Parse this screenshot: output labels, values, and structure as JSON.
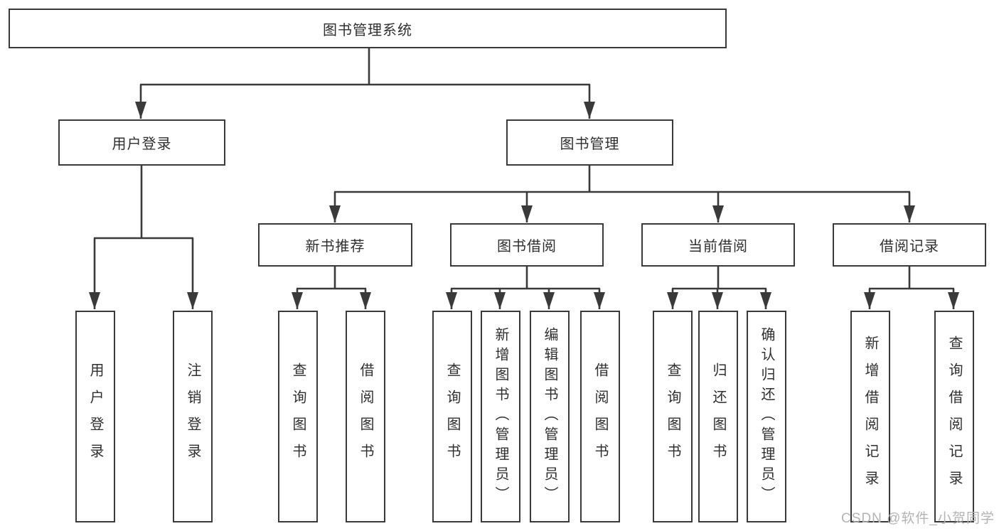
{
  "nodes": {
    "root": "图书管理系统",
    "level2": [
      "用户登录",
      "图书管理"
    ],
    "level3": [
      "新书推荐",
      "图书借阅",
      "当前借阅",
      "借阅记录"
    ],
    "leaves": [
      "用户登录",
      "注销登录",
      "查询图书",
      "借阅图书",
      "查询图书",
      "新增图书（管理员）",
      "编辑图书（管理员）",
      "借阅图书",
      "查询图书",
      "归还图书",
      "确认归还（管理员）",
      "新增借阅记录",
      "查询借阅记录"
    ]
  },
  "watermark": "CSDN @软件_小贺同学",
  "colors": {
    "line": "#3a3a3a",
    "box_border": "#3a3a3a",
    "box_fill": "#ffffff",
    "text": "#2f2f2f",
    "watermark": "#b3b3b3",
    "background": "#ffffff"
  }
}
